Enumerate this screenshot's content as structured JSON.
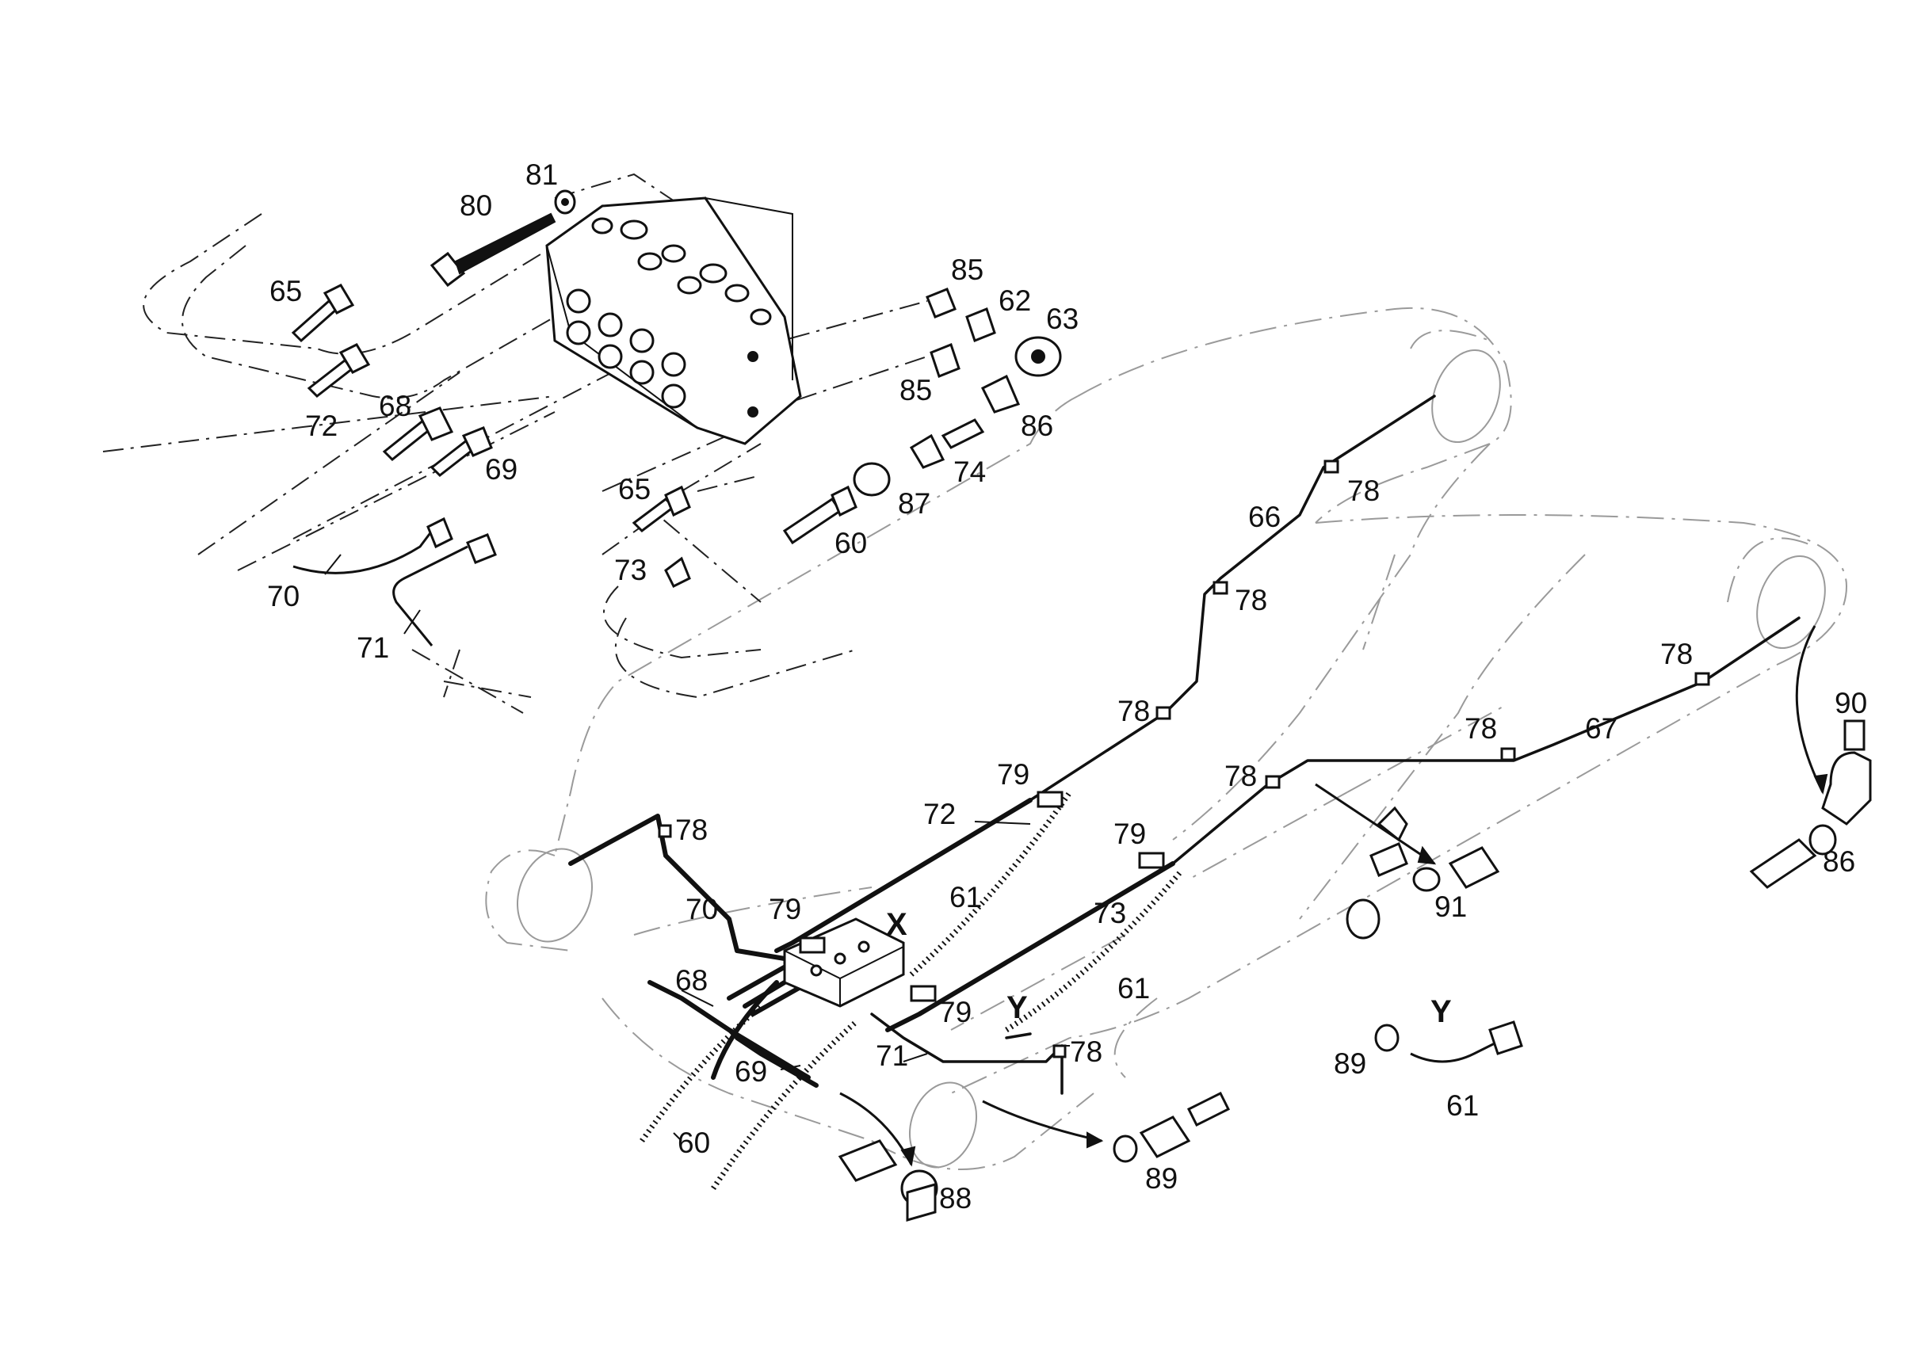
{
  "callouts": [
    {
      "id": "c81",
      "text": "81"
    },
    {
      "id": "c80",
      "text": "80"
    },
    {
      "id": "c65a",
      "text": "65"
    },
    {
      "id": "c72a",
      "text": "72"
    },
    {
      "id": "c68a",
      "text": "68"
    },
    {
      "id": "c69a",
      "text": "69"
    },
    {
      "id": "c70a",
      "text": "70"
    },
    {
      "id": "c71a",
      "text": "71"
    },
    {
      "id": "c65b",
      "text": "65"
    },
    {
      "id": "c73a",
      "text": "73"
    },
    {
      "id": "c85a",
      "text": "85"
    },
    {
      "id": "c62",
      "text": "62"
    },
    {
      "id": "c63",
      "text": "63"
    },
    {
      "id": "c85b",
      "text": "85"
    },
    {
      "id": "c86a",
      "text": "86"
    },
    {
      "id": "c74",
      "text": "74"
    },
    {
      "id": "c87",
      "text": "87"
    },
    {
      "id": "c60a",
      "text": "60"
    },
    {
      "id": "c66",
      "text": "66"
    },
    {
      "id": "c78a",
      "text": "78"
    },
    {
      "id": "c78b",
      "text": "78"
    },
    {
      "id": "c78c",
      "text": "78"
    },
    {
      "id": "c78d",
      "text": "78"
    },
    {
      "id": "c78e",
      "text": "78"
    },
    {
      "id": "c78f",
      "text": "78"
    },
    {
      "id": "c78g",
      "text": "78"
    },
    {
      "id": "c78h",
      "text": "78"
    },
    {
      "id": "c67",
      "text": "67"
    },
    {
      "id": "c79a",
      "text": "79"
    },
    {
      "id": "c79b",
      "text": "79"
    },
    {
      "id": "c79c",
      "text": "79"
    },
    {
      "id": "c79d",
      "text": "79"
    },
    {
      "id": "c72b",
      "text": "72"
    },
    {
      "id": "c61a",
      "text": "61"
    },
    {
      "id": "c61b",
      "text": "61"
    },
    {
      "id": "c61c",
      "text": "61"
    },
    {
      "id": "c73b",
      "text": "73"
    },
    {
      "id": "c70b",
      "text": "70"
    },
    {
      "id": "c68b",
      "text": "68"
    },
    {
      "id": "c69b",
      "text": "69"
    },
    {
      "id": "c71b",
      "text": "71"
    },
    {
      "id": "c60b",
      "text": "60"
    },
    {
      "id": "c88",
      "text": "88"
    },
    {
      "id": "c89a",
      "text": "89"
    },
    {
      "id": "c89b",
      "text": "89"
    },
    {
      "id": "c90",
      "text": "90"
    },
    {
      "id": "c86b",
      "text": "86"
    },
    {
      "id": "c91",
      "text": "91"
    }
  ],
  "view_markers": [
    {
      "id": "x",
      "text": "X"
    },
    {
      "id": "y1",
      "text": "Y"
    },
    {
      "id": "y2",
      "text": "Y"
    }
  ]
}
